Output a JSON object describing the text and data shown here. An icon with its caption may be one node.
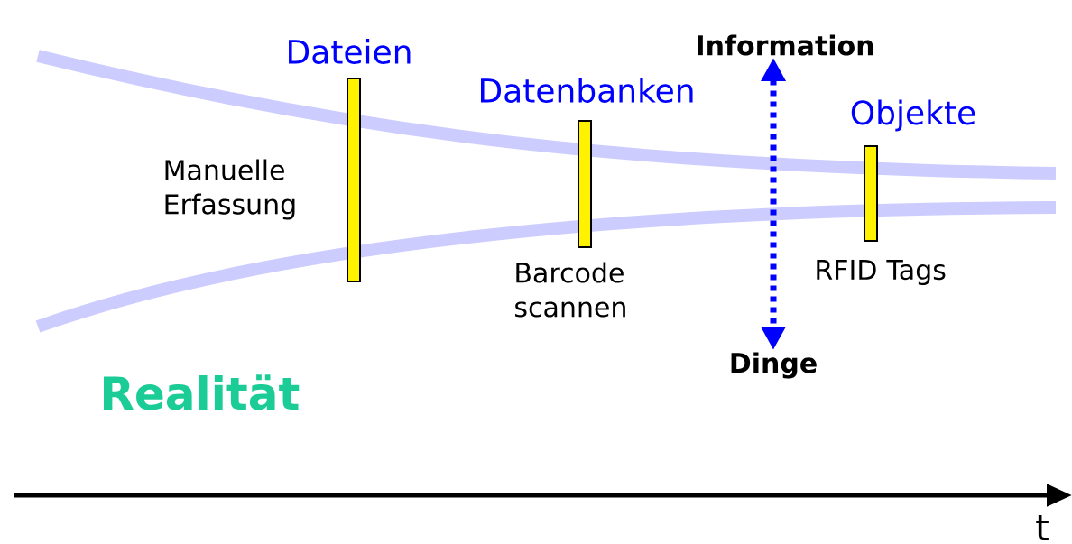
{
  "diagram": {
    "nodes": [
      {
        "text": [
          "Information"
        ]
      },
      {
        "text": [
          "Dinge"
        ]
      },
      {
        "text": [],
        "shape": "bar",
        "beside": [
          "Dateien",
          "Manuelle Erfassung"
        ]
      },
      {
        "text": [],
        "shape": "bar",
        "beside": [
          "Datenbanken",
          "Barcode scannen"
        ]
      },
      {
        "text": [],
        "shape": "bar",
        "beside": [
          "Objekte",
          "RFID Tags"
        ]
      }
    ],
    "edges": [
      {
        "from": 0,
        "to": 1,
        "arrow": "both",
        "style": "dashed",
        "color": "#0000ff"
      }
    ],
    "labels": [
      "Realität",
      "t"
    ]
  }
}
